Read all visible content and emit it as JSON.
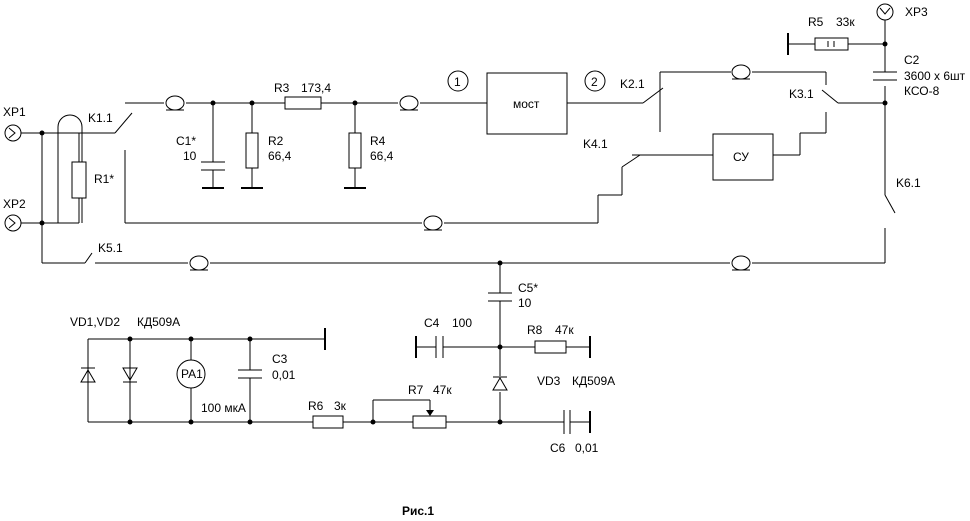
{
  "labels": {
    "xp1": "XP1",
    "xp2": "XP2",
    "xp3": "XP3",
    "k11": "K1.1",
    "r1": "R1*",
    "k51": "K5.1",
    "c1": "C1*",
    "c1_val": "10",
    "r2": "R2",
    "r2_val": "66,4",
    "r3": "R3",
    "r3_val": "173,4",
    "r4": "R4",
    "r4_val": "66,4",
    "node1": "1",
    "node2": "2",
    "bridge": "мост",
    "k21": "K2.1",
    "k41": "K4.1",
    "cy": "СУ",
    "k31": "K3.1",
    "k61": "K6.1",
    "r5": "R5",
    "r5_val": "33к",
    "c2": "C2",
    "c2_val": "3600 x 6шт",
    "c2_type": "КСО-8",
    "c5": "C5*",
    "c5_val": "10",
    "c4": "C4",
    "c4_val": "100",
    "r8": "R8",
    "r8_val": "47к",
    "vd3": "VD3",
    "vd3_type": "КД509А",
    "vd12": "VD1,VD2",
    "vd12_type": "КД509А",
    "pa1": "PA1",
    "pa1_val": "100 мкА",
    "c3": "C3",
    "c3_val": "0,01",
    "r6": "R6",
    "r6_val": "3к",
    "r7": "R7",
    "r7_val": "47к",
    "c6": "C6",
    "c6_val": "0,01",
    "caption": "Рис.1"
  }
}
